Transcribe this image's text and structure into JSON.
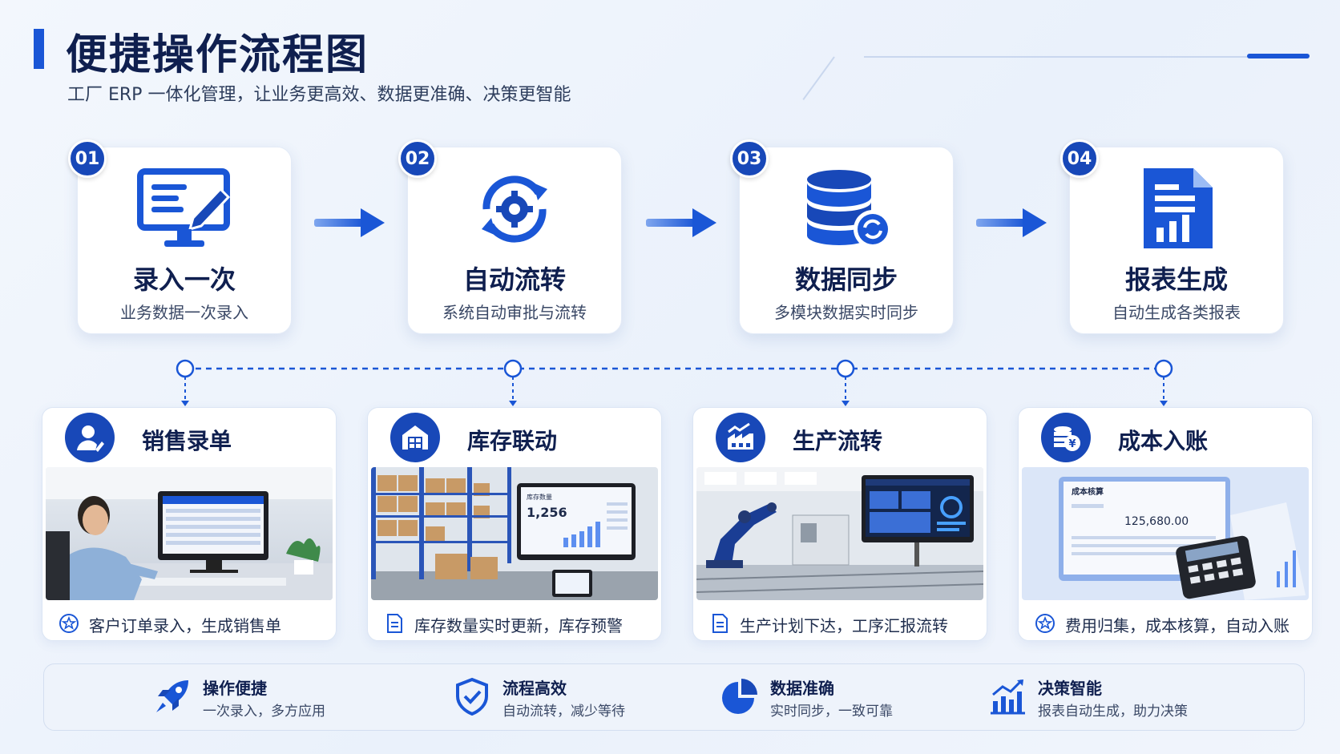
{
  "header": {
    "title": "便捷操作流程图",
    "subtitle": "工厂 ERP 一体化管理，让业务更高效、数据更准确、决策更智能"
  },
  "steps": [
    {
      "num": "01",
      "title": "录入一次",
      "desc": "业务数据一次录入",
      "icon": "monitor-edit-icon"
    },
    {
      "num": "02",
      "title": "自动流转",
      "desc": "系统自动审批与流转",
      "icon": "gear-cycle-icon"
    },
    {
      "num": "03",
      "title": "数据同步",
      "desc": "多模块数据实时同步",
      "icon": "database-sync-icon"
    },
    {
      "num": "04",
      "title": "报表生成",
      "desc": "自动生成各类报表",
      "icon": "report-document-icon"
    }
  ],
  "modules": [
    {
      "title": "销售录单",
      "icon": "user-edit-icon",
      "footer": "客户订单录入，生成销售单",
      "footer_icon": "star-badge-icon"
    },
    {
      "title": "库存联动",
      "icon": "warehouse-icon",
      "footer": "库存数量实时更新，库存预警",
      "footer_icon": "document-icon",
      "screen": {
        "label": "库存数量",
        "value": "1,256"
      }
    },
    {
      "title": "生产流转",
      "icon": "factory-icon",
      "footer": "生产计划下达，工序汇报流转",
      "footer_icon": "document-icon"
    },
    {
      "title": "成本入账",
      "icon": "coins-yen-icon",
      "footer": "费用归集，成本核算，自动入账",
      "footer_icon": "star-badge-icon",
      "screen": {
        "label": "成本核算",
        "value": "125,680.00"
      }
    }
  ],
  "benefits": [
    {
      "title": "操作便捷",
      "desc": "一次录入，多方应用",
      "icon": "rocket-icon"
    },
    {
      "title": "流程高效",
      "desc": "自动流转，减少等待",
      "icon": "shield-check-icon"
    },
    {
      "title": "数据准确",
      "desc": "实时同步，一致可靠",
      "icon": "pie-chart-icon"
    },
    {
      "title": "决策智能",
      "desc": "报表自动生成，助力决策",
      "icon": "bar-trend-icon"
    }
  ],
  "colors": {
    "primary": "#1848b8",
    "accent": "#1a56d6",
    "background": "#eef3fb"
  }
}
